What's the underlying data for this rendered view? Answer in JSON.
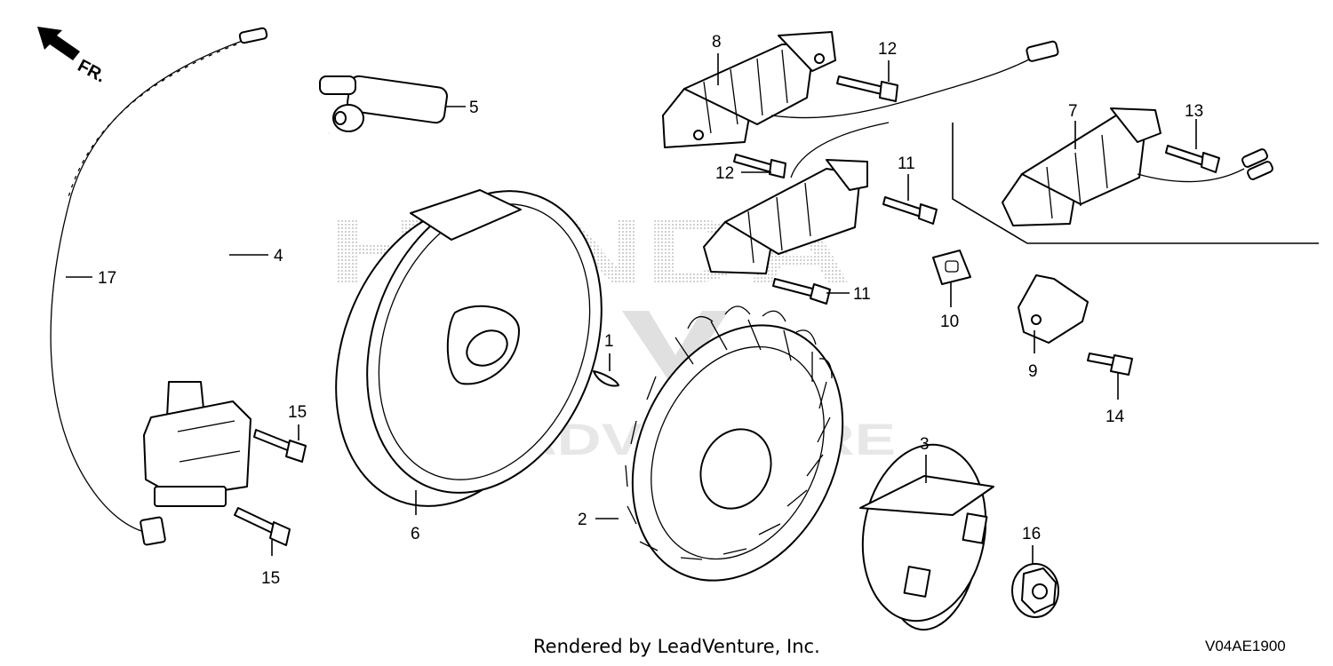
{
  "front_marker": "FR.",
  "watermarks": {
    "brand": "HONDA",
    "dealer": "LEADVENTURE"
  },
  "callouts": {
    "p1": "1",
    "p2": "2",
    "p3": "3",
    "p4": "4",
    "p5": "5",
    "p6": "6",
    "p7": "7",
    "p8": "8",
    "p9": "9",
    "p10": "10",
    "p11a": "11",
    "p11b": "11",
    "p12a": "12",
    "p12b": "12",
    "p13": "13",
    "p14": "14",
    "p15a": "15",
    "p15b": "15",
    "p16": "16",
    "p17": "17"
  },
  "footer": {
    "credit": "Rendered by LeadVenture, Inc.",
    "code": "V04AE1900"
  }
}
